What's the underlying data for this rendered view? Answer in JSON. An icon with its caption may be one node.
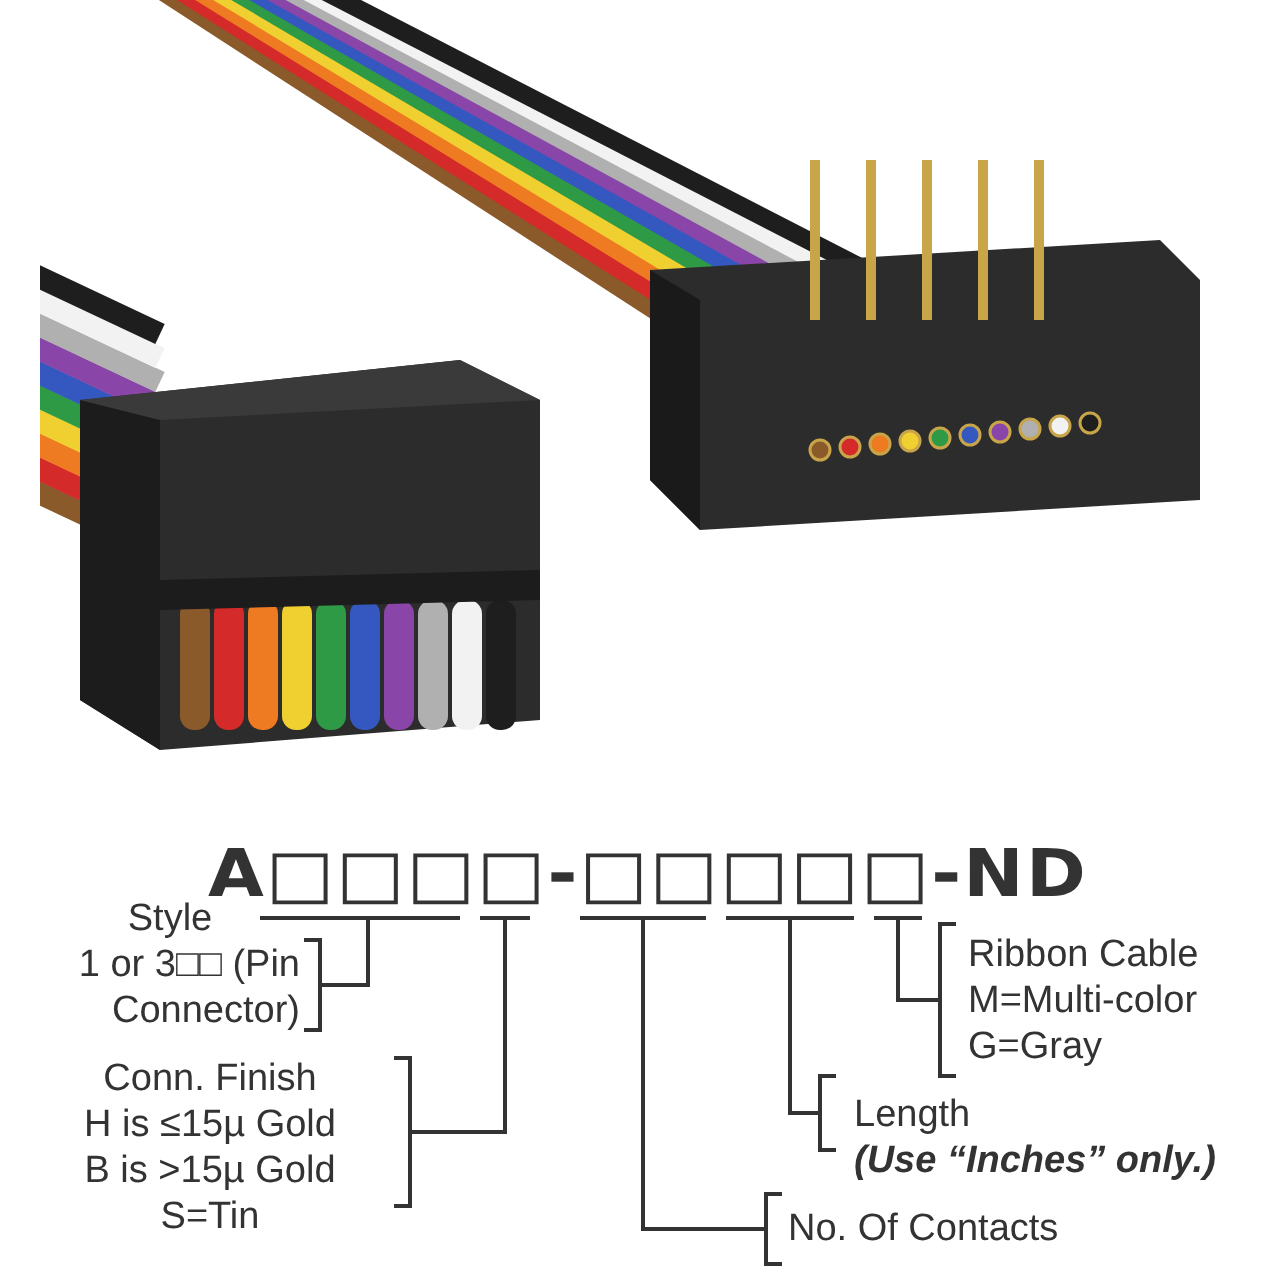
{
  "diagram": {
    "nodes": [
      {
        "text": [],
        "shape": "picture"
      },
      {
        "text": [],
        "shape": "bar"
      },
      {
        "text": [],
        "shape": "bar"
      },
      {
        "text": [],
        "shape": "bar"
      },
      {
        "text": [],
        "shape": "bar"
      },
      {
        "text": [],
        "shape": "bar"
      },
      {
        "text": [
          "Style",
          "1 or 3□□ (Pin Connector)"
        ]
      },
      {
        "text": [
          "Conn. Finish",
          "H is ≤15µ Gold",
          "B is >15µ Gold",
          "S=Tin"
        ]
      },
      {
        "text": [
          "Ribbon Cable",
          "M=Multi-color",
          "G=Gray"
        ]
      },
      {
        "text": [
          "Length",
          "(Use “Inches” only.)"
        ]
      },
      {
        "text": [
          "No. Of Contacts"
        ]
      }
    ],
    "edges": [
      {
        "from": 6,
        "to": 1,
        "arrow": "none"
      },
      {
        "from": 7,
        "to": 2,
        "arrow": "none"
      },
      {
        "from": 10,
        "to": 3,
        "arrow": "none"
      },
      {
        "from": 9,
        "to": 4,
        "arrow": "none"
      },
      {
        "from": 8,
        "to": 5,
        "arrow": "none"
      }
    ],
    "labels": [
      "A□□□□-□□□□□-ND"
    ]
  }
}
